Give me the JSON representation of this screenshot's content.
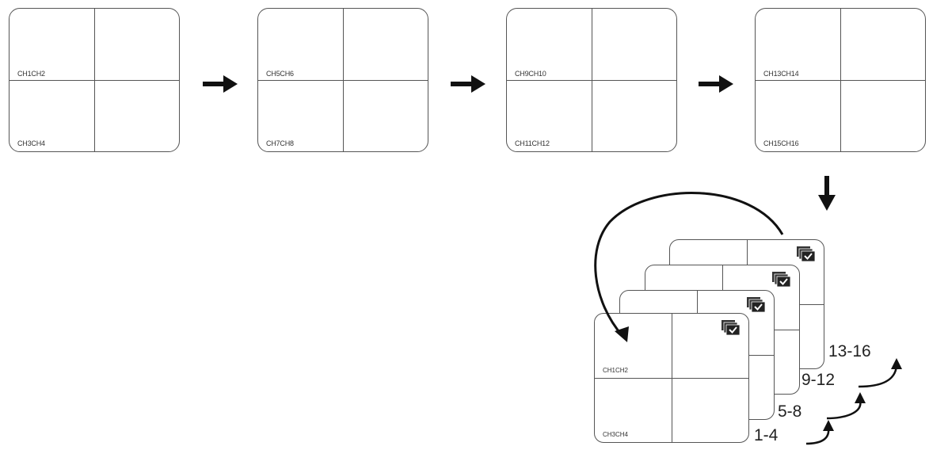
{
  "screens": [
    {
      "top_label": "CH1CH2",
      "bottom_label": "CH3CH4"
    },
    {
      "top_label": "CH5CH6",
      "bottom_label": "CH7CH8"
    },
    {
      "top_label": "CH9CH10",
      "bottom_label": "CH11CH12"
    },
    {
      "top_label": "CH13CH14",
      "bottom_label": "CH15CH16"
    }
  ],
  "stack": {
    "front_top_label": "CH1CH2",
    "front_bottom_label": "CH3CH4",
    "ranges": [
      "1-4",
      "5-8",
      "9-12",
      "13-16"
    ]
  },
  "icons": {
    "arrow": "arrow-right-icon",
    "sequence": "sequence-check-icon",
    "loop": "curved-arrow-icon"
  },
  "colors": {
    "line": "#555555",
    "arrow": "#111111"
  }
}
